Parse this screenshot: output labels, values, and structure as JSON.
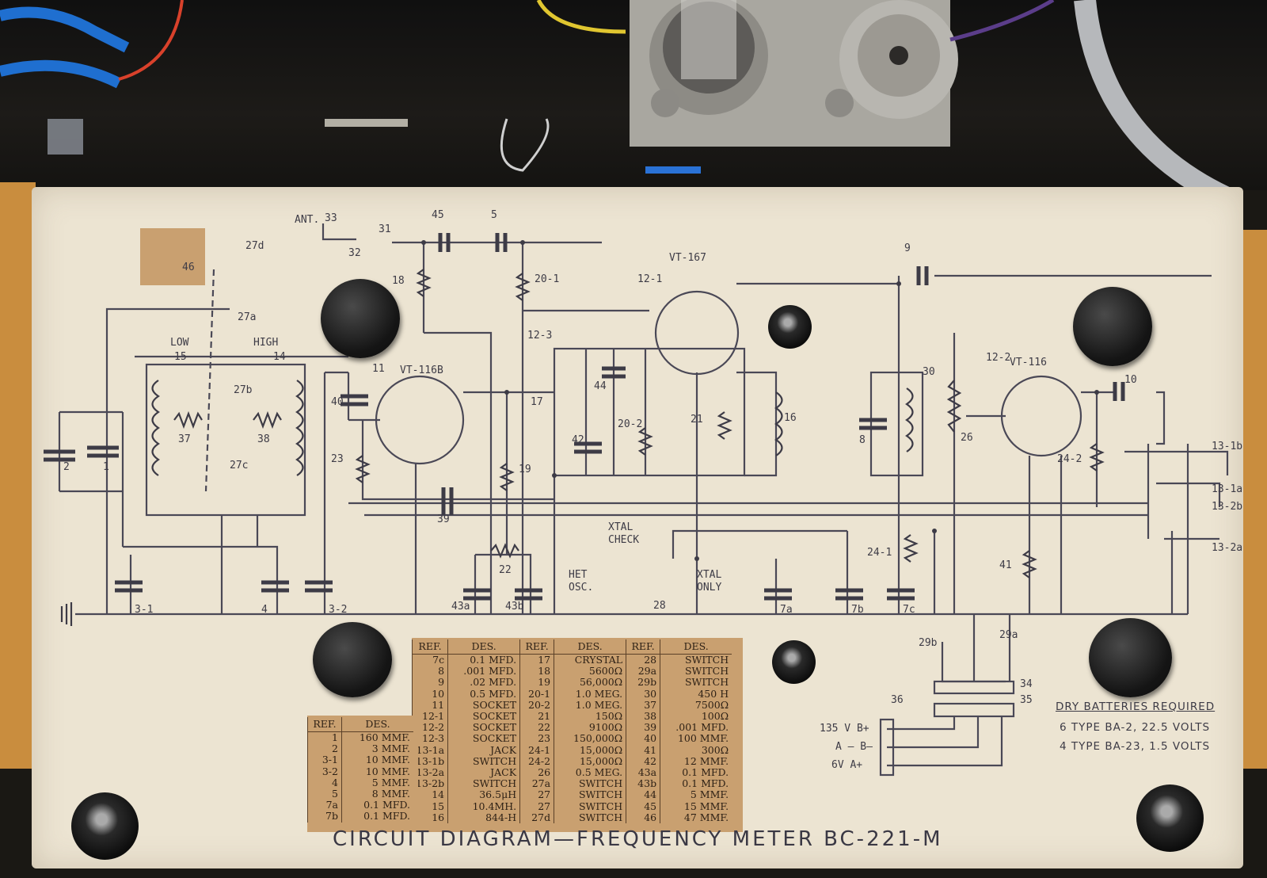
{
  "diagram_title": "CIRCUIT DIAGRAM—FREQUENCY METER BC-221-M",
  "tube_labels": {
    "vt167": "VT-167",
    "vt116b": "VT-116B",
    "vt116": "VT-116"
  },
  "switch_labels": {
    "low": "LOW",
    "high": "HIGH",
    "xtal_check": "XTAL\nCHECK",
    "het_osc": "HET\nOSC.",
    "xtal_only": "XTAL\nONLY",
    "ant": "ANT."
  },
  "battery_note": {
    "heading": "DRY BATTERIES REQUIRED",
    "line1": "6 TYPE BA-2, 22.5 VOLTS",
    "line2": "4 TYPE BA-23, 1.5 VOLTS"
  },
  "terminals": {
    "b_plus": "135 V  B+",
    "a_minus": "A – B–",
    "a_plus": "6V  A+"
  },
  "parts_table_headers": {
    "ref": "REF.",
    "des": "DES."
  },
  "parts_table_upper": [
    [
      "7c",
      "0.1 MFD.",
      "17",
      "CRYSTAL",
      "28",
      "SWITCH"
    ],
    [
      "8",
      ".001 MFD.",
      "18",
      "5600Ω",
      "29a",
      "SWITCH"
    ],
    [
      "9",
      ".02 MFD.",
      "19",
      "56,000Ω",
      "29b",
      "SWITCH"
    ],
    [
      "10",
      "0.5 MFD.",
      "20-1",
      "1.0 MEG.",
      "30",
      "450 H"
    ],
    [
      "11",
      "SOCKET",
      "20-2",
      "1.0 MEG.",
      "37",
      "7500Ω"
    ],
    [
      "12-1",
      "SOCKET",
      "21",
      "150Ω",
      "38",
      "100Ω"
    ],
    [
      "12-2",
      "SOCKET",
      "22",
      "9100Ω",
      "39",
      ".001 MFD."
    ],
    [
      "12-3",
      "SOCKET",
      "23",
      "150,000Ω",
      "40",
      "100 MMF."
    ],
    [
      "13-1a",
      "JACK",
      "24-1",
      "15,000Ω",
      "41",
      "300Ω"
    ],
    [
      "13-1b",
      "SWITCH",
      "24-2",
      "15,000Ω",
      "42",
      "12 MMF."
    ],
    [
      "13-2a",
      "JACK",
      "26",
      "0.5 MEG.",
      "43a",
      "0.1 MFD."
    ],
    [
      "13-2b",
      "SWITCH",
      "27a",
      "SWITCH",
      "43b",
      "0.1 MFD."
    ],
    [
      "14",
      "36.5μH",
      "27",
      "SWITCH",
      "44",
      "5 MMF."
    ],
    [
      "15",
      "10.4MH.",
      "27",
      "SWITCH",
      "45",
      "15 MMF."
    ],
    [
      "16",
      "844-H",
      "27d",
      "SWITCH",
      "46",
      "47 MMF."
    ]
  ],
  "parts_table_lower": [
    [
      "1",
      "160 MMF."
    ],
    [
      "2",
      "3 MMF."
    ],
    [
      "3-1",
      "10 MMF."
    ],
    [
      "3-2",
      "10 MMF."
    ],
    [
      "4",
      "5 MMF."
    ],
    [
      "5",
      "8 MMF."
    ],
    [
      "7a",
      "0.1 MFD."
    ],
    [
      "7b",
      "0.1 MFD."
    ]
  ],
  "component_labels": [
    "33",
    "32",
    "31",
    "45",
    "5",
    "9",
    "18",
    "20-1",
    "12-1",
    "27d",
    "27a",
    "46",
    "15",
    "14",
    "27b",
    "37",
    "38",
    "27c",
    "2",
    "1",
    "11",
    "40",
    "23",
    "39",
    "19",
    "22",
    "43a",
    "43b",
    "3-1",
    "4",
    "3-2",
    "12-3",
    "17",
    "44",
    "42",
    "20-2",
    "21",
    "16",
    "30",
    "8",
    "26",
    "12-2",
    "10",
    "24-2",
    "13-1b",
    "13-1a",
    "13-2b",
    "13-2a",
    "24-1",
    "41",
    "7a",
    "7b",
    "7c",
    "28",
    "29b",
    "29a",
    "34",
    "35",
    "36"
  ],
  "colors": {
    "plate": "#ece4d2",
    "ink": "#3d3b46",
    "table_paper": "#c9a070",
    "chassis": "#1a1814"
  }
}
